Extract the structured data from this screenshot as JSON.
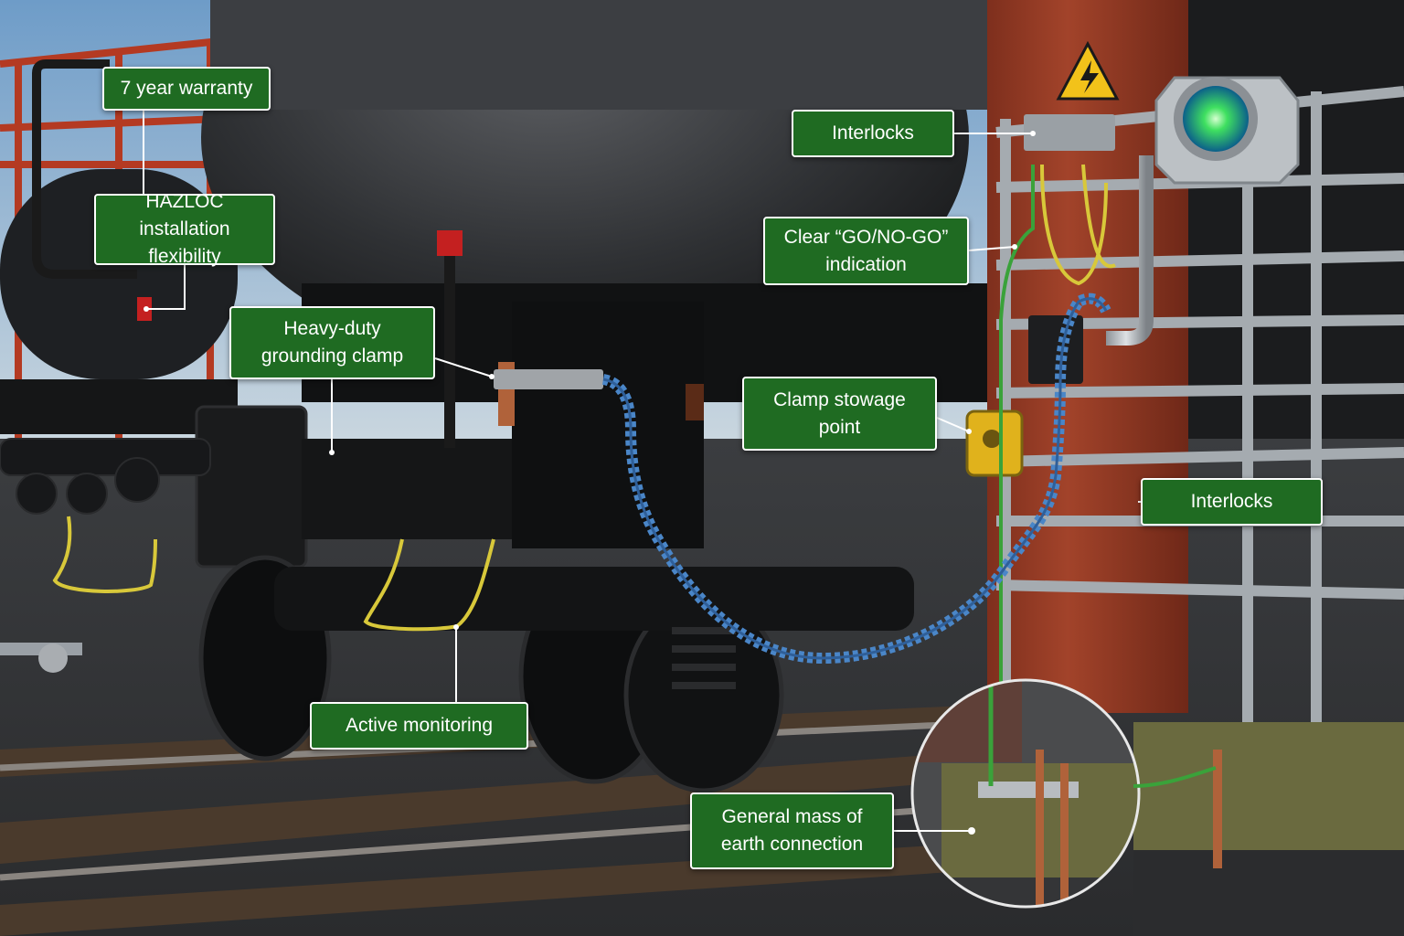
{
  "callouts": {
    "warranty": "7 year warranty",
    "hazloc": "HAZLOC\ninstallation flexibility",
    "grounding_clamp": "Heavy-duty\ngrounding clamp",
    "active_monitoring": "Active monitoring",
    "interlocks_top": "Interlocks",
    "go_no_go": "Clear “GO/NO-GO”\nindication",
    "clamp_stowage": "Clamp stowage\npoint",
    "interlocks_right": "Interlocks",
    "earth_connection": "General mass of\nearth connection"
  },
  "colors": {
    "callout_fill": "#1f6b22",
    "callout_border": "#ffffff",
    "leader_line": "#ffffff",
    "column_red": "#a2432a",
    "coiled_cable": "#4a86c8",
    "ground_wire": "#d8c83a",
    "indicator_green": "#3fe060"
  },
  "icons": {
    "hazard_sign": "high-voltage-warning-icon"
  }
}
